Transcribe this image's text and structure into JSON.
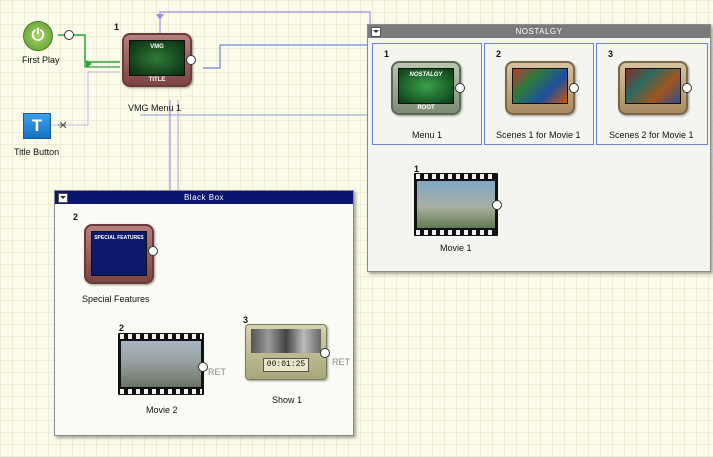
{
  "first_play": {
    "label": "First Play",
    "icon": "power-icon"
  },
  "title_button": {
    "label": "Title Button",
    "icon_letter": "T"
  },
  "vmg_menu": {
    "number": "1",
    "label": "VMG Menu 1",
    "tag": "TITLE",
    "screen_text": "VMG"
  },
  "nostalgy": {
    "title": "NOSTALGY",
    "menu": {
      "number": "1",
      "label": "Menu 1",
      "tag": "ROOT",
      "screen_text": "NOSTALGY"
    },
    "scenes1": {
      "number": "2",
      "label": "Scenes 1 for Movie 1"
    },
    "scenes2": {
      "number": "3",
      "label": "Scenes 2 for Movie 1"
    },
    "movie": {
      "number": "1",
      "label": "Movie 1"
    }
  },
  "black_box": {
    "title": "Black Box",
    "special": {
      "number": "2",
      "label": "Special Features",
      "screen_text": "SPECIAL FEATURES"
    },
    "movie2": {
      "number": "2",
      "label": "Movie 2",
      "ret": "RET"
    },
    "show1": {
      "number": "3",
      "label": "Show 1",
      "time": "00:01:25",
      "ret": "RET"
    }
  },
  "colors": {
    "wire_purple": "#a98ce0",
    "wire_red": "#e88a8a",
    "wire_green": "#2fa33a",
    "wire_blue": "#5b79c8",
    "black_box_header": "#0b1670",
    "nostalgy_header": "#7a7a7a"
  }
}
